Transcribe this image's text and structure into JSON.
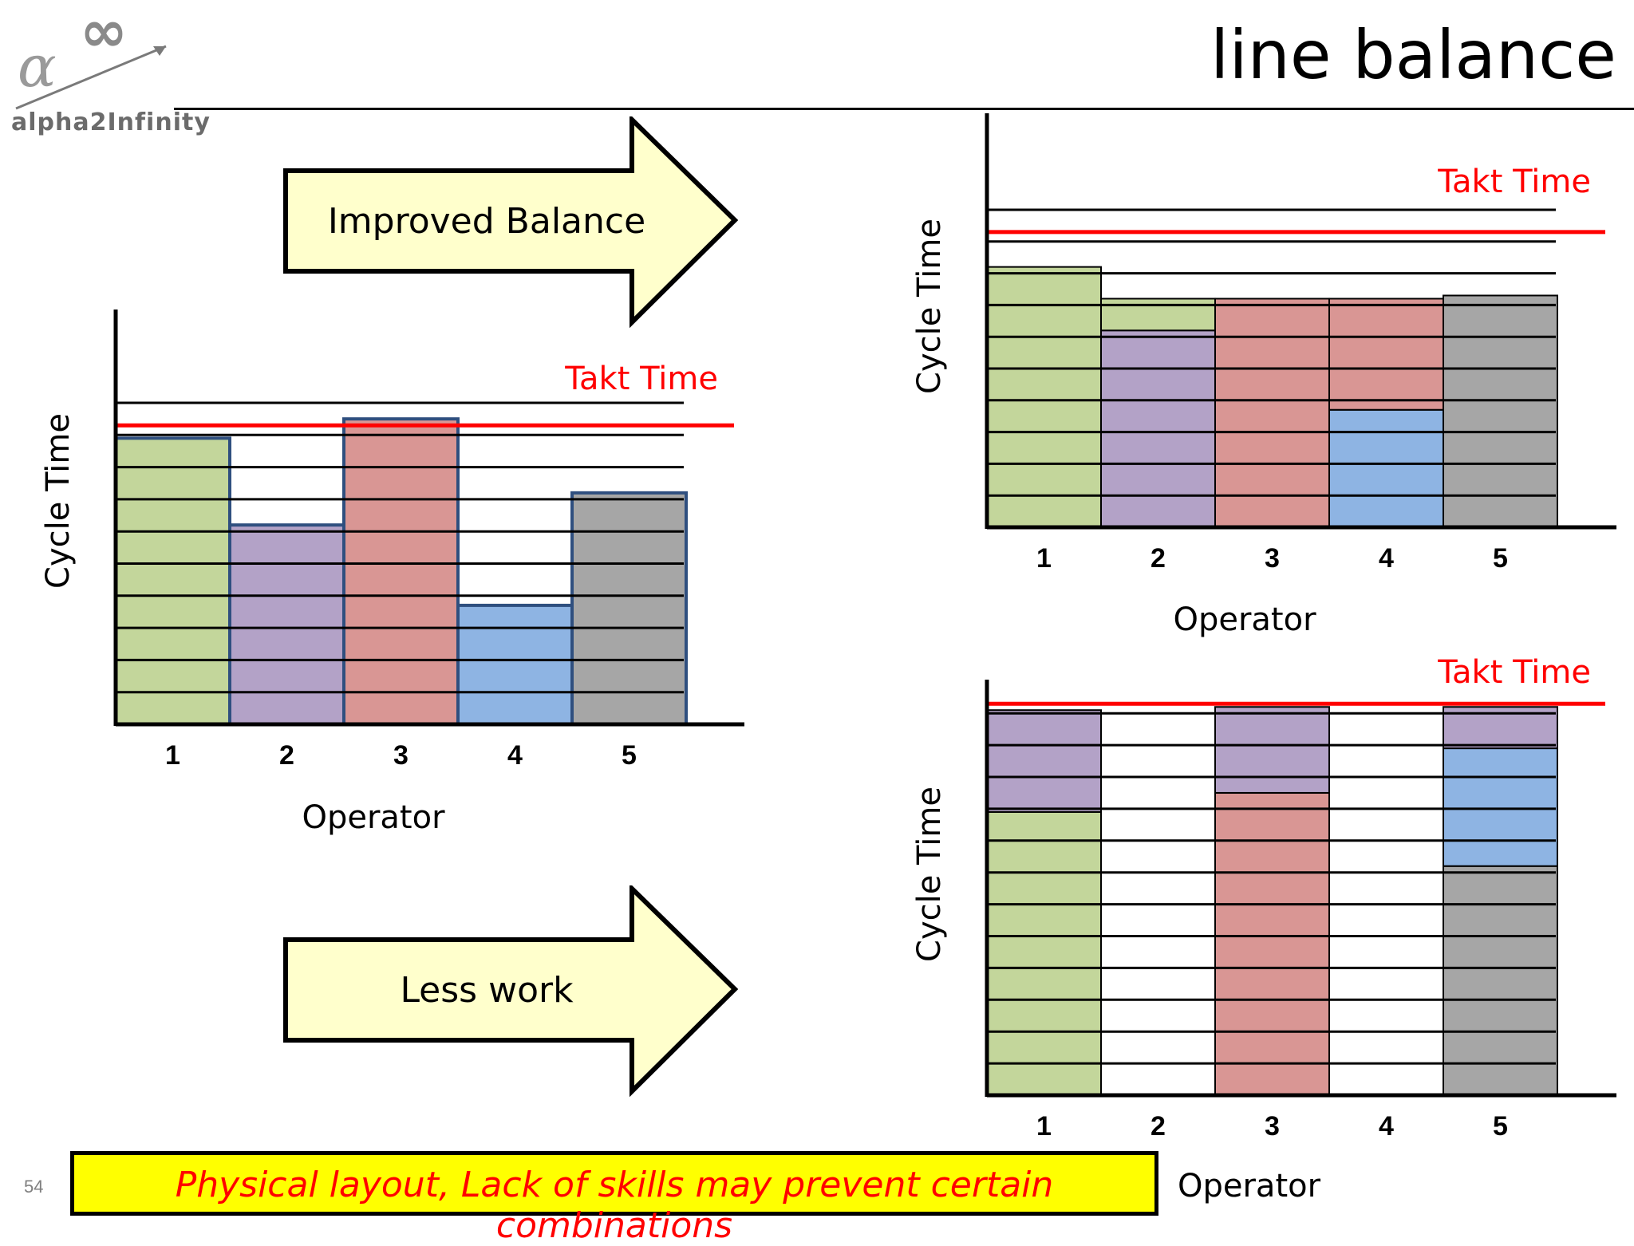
{
  "slide": {
    "title": "line balance",
    "logo_text": "alpha2Infinity",
    "page_number": "54",
    "footer_note": "Physical layout, Lack of skills may prevent certain combinations",
    "footer_axis_label": "Operator"
  },
  "arrows": {
    "improved": "Improved Balance",
    "less": "Less work"
  },
  "colors": {
    "green": "#c3d69b",
    "purple": "#b3a2c7",
    "red": "#d99694",
    "blue": "#8eb4e3",
    "gray": "#a6a6a6",
    "takt": "#ff0000",
    "arrow_fill": "#ffffcc"
  },
  "chart_data": [
    {
      "type": "bar",
      "title": "",
      "xlabel": "Operator",
      "ylabel": "Cycle Time",
      "categories": [
        "1",
        "2",
        "3",
        "4",
        "5"
      ],
      "takt_label": "Takt Time",
      "takt_time": 9.3,
      "unit_lines": 10,
      "stacks": [
        [
          {
            "color": "green",
            "value": 8.9
          }
        ],
        [
          {
            "color": "purple",
            "value": 6.2
          }
        ],
        [
          {
            "color": "red",
            "value": 9.5
          }
        ],
        [
          {
            "color": "blue",
            "value": 3.7
          }
        ],
        [
          {
            "color": "gray",
            "value": 7.2
          }
        ]
      ]
    },
    {
      "type": "bar",
      "title": "",
      "xlabel": "Operator",
      "ylabel": "Cycle Time",
      "categories": [
        "1",
        "2",
        "3",
        "4",
        "5"
      ],
      "takt_label": "Takt Time",
      "takt_time": 9.3,
      "unit_lines": 10,
      "stacks": [
        [
          {
            "color": "green",
            "value": 8.2
          }
        ],
        [
          {
            "color": "purple",
            "value": 6.2
          },
          {
            "color": "green",
            "value": 1.0
          }
        ],
        [
          {
            "color": "red",
            "value": 7.2
          }
        ],
        [
          {
            "color": "blue",
            "value": 3.7
          },
          {
            "color": "red",
            "value": 3.5
          }
        ],
        [
          {
            "color": "gray",
            "value": 7.3
          }
        ]
      ]
    },
    {
      "type": "bar",
      "title": "",
      "xlabel": "",
      "ylabel": "Cycle Time",
      "categories": [
        "1",
        "2",
        "3",
        "4",
        "5"
      ],
      "takt_label": "Takt Time",
      "takt_time": 12.3,
      "unit_lines": 12,
      "stacks": [
        [
          {
            "color": "green",
            "value": 8.9
          },
          {
            "color": "purple",
            "value": 3.2
          }
        ],
        [],
        [
          {
            "color": "red",
            "value": 9.5
          },
          {
            "color": "purple",
            "value": 2.7
          }
        ],
        [],
        [
          {
            "color": "gray",
            "value": 7.2
          },
          {
            "color": "blue",
            "value": 3.7
          },
          {
            "color": "purple",
            "value": 1.3
          }
        ]
      ]
    }
  ]
}
